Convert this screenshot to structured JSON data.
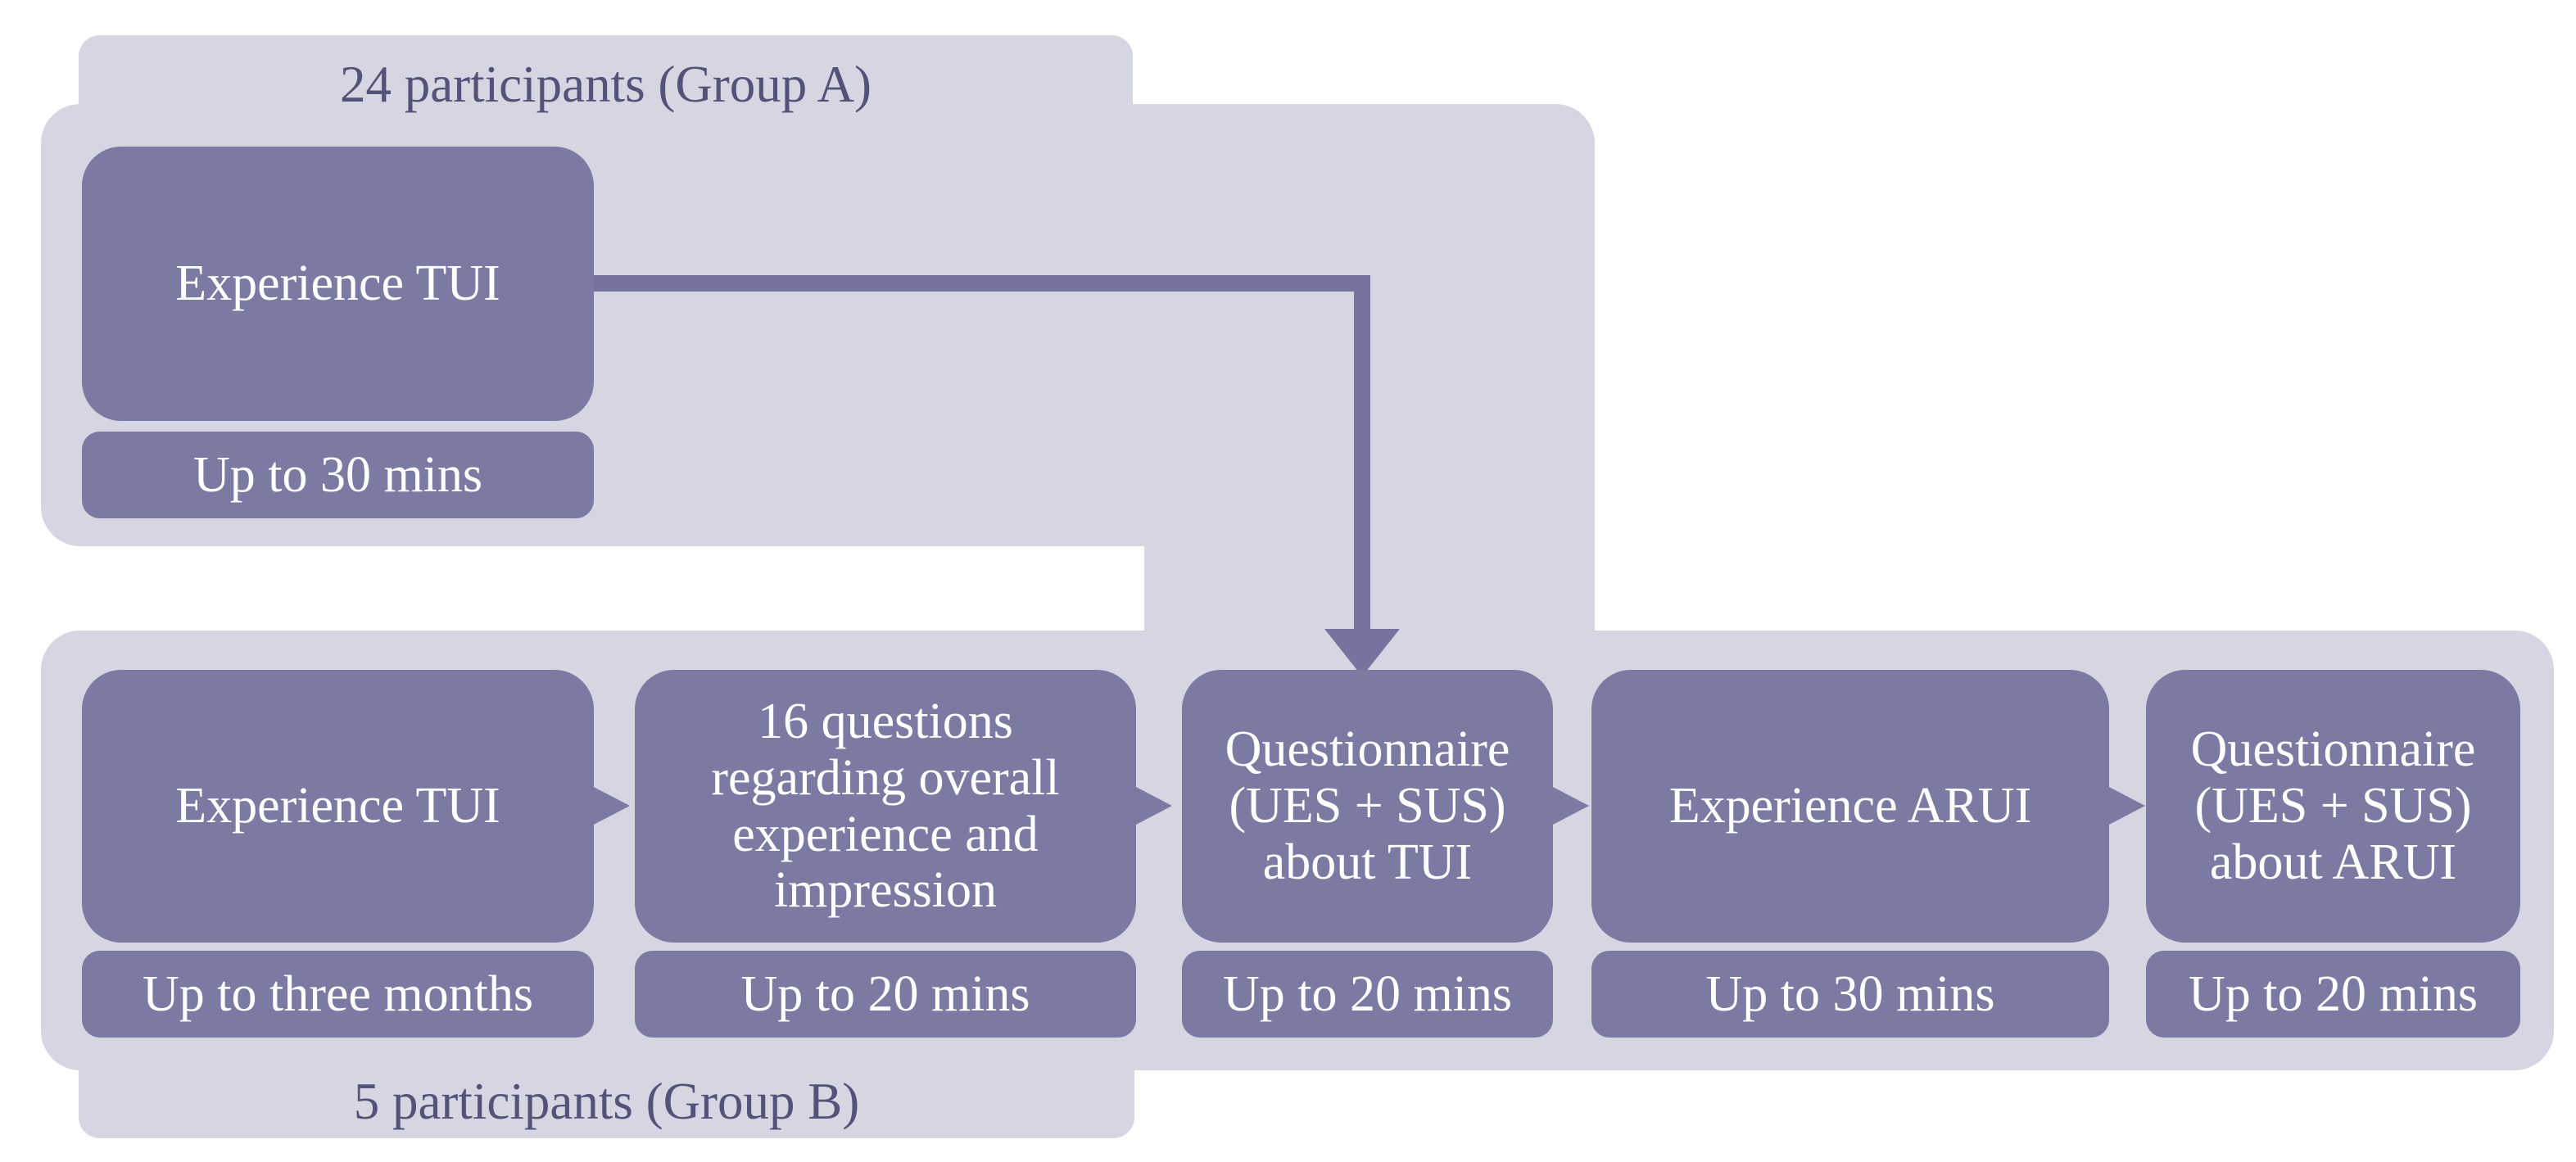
{
  "colors": {
    "light": "#d6d6e2",
    "dark": "#7a7aa2",
    "arrow": "#74749e",
    "label": "#53537a",
    "boxtext": "#ffffff"
  },
  "group_a": {
    "label": "24 participants (Group A)",
    "step": {
      "title": "Experience TUI",
      "duration": "Up to 30 mins"
    }
  },
  "group_b": {
    "label": "5 participants (Group B)",
    "steps": [
      {
        "title": "Experience TUI",
        "duration": "Up to three months"
      },
      {
        "title": "16 questions\nregarding overall\nexperience and\nimpression",
        "duration": "Up to 20 mins"
      },
      {
        "title": "Questionnaire\n(UES + SUS)\nabout TUI",
        "duration": "Up to 20 mins"
      },
      {
        "title": "Experience ARUI",
        "duration": "Up to 30 mins"
      },
      {
        "title": "Questionnaire\n(UES + SUS)\nabout ARUI",
        "duration": "Up to 20 mins"
      }
    ]
  }
}
